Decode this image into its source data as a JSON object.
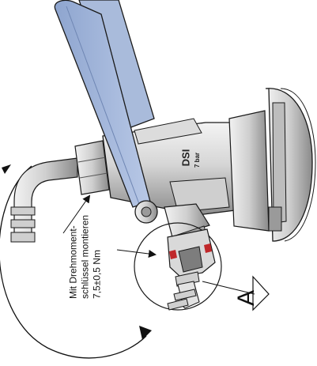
{
  "callout": {
    "lines": "Mit Drehmoment-\nschlüssel montieren\n7,5±0,5 Nm"
  },
  "section_label": "A",
  "marking_main": "DSI",
  "marking_sub": "7 bar",
  "colors": {
    "metal_light": "#e6e6e6",
    "metal_mid": "#bdbdbd",
    "metal_dark": "#7a7a7a",
    "handle_blue": "#9fb3d6",
    "handle_blue_dark": "#6f86b3",
    "seal_red": "#c0282a",
    "outline": "#1a1a1a"
  }
}
